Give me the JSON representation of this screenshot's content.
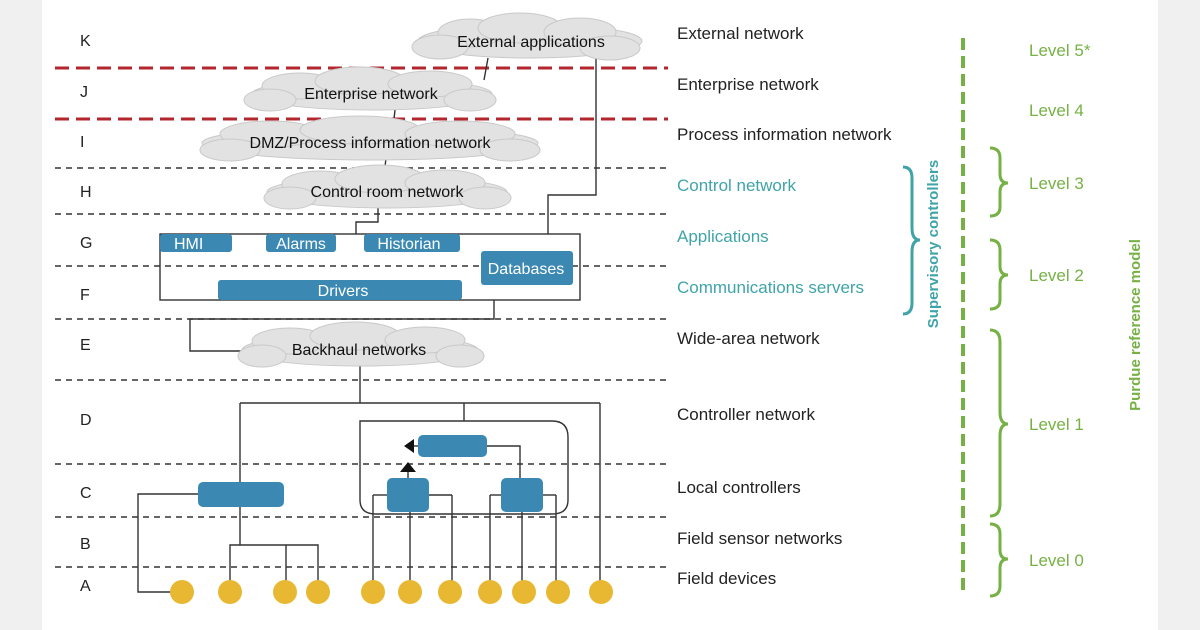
{
  "layers": [
    "K",
    "J",
    "I",
    "H",
    "G",
    "F",
    "E",
    "D",
    "C",
    "B",
    "A"
  ],
  "networks": [
    {
      "label": "External network",
      "color": "#222222"
    },
    {
      "label": "Enterprise network",
      "color": "#222222"
    },
    {
      "label": "Process information network",
      "color": "#222222"
    },
    {
      "label": "Control network",
      "color": "#3fa4a9"
    },
    {
      "label": "Applications",
      "color": "#3fa4a9"
    },
    {
      "label": "Communications servers",
      "color": "#3fa4a9"
    },
    {
      "label": "Wide-area network",
      "color": "#222222"
    },
    {
      "label": "Controller network",
      "color": "#222222"
    },
    {
      "label": "Local controllers",
      "color": "#222222"
    },
    {
      "label": "Field sensor networks",
      "color": "#222222"
    },
    {
      "label": "Field devices",
      "color": "#222222"
    }
  ],
  "clouds": {
    "external": "External applications",
    "enterprise": "Enterprise network",
    "dmz": "DMZ/Process information network",
    "control_room": "Control room network",
    "backhaul": "Backhaul networks"
  },
  "boxes": {
    "hmi": "HMI",
    "alarms": "Alarms",
    "historian": "Historian",
    "databases": "Databases",
    "drivers": "Drivers"
  },
  "levels": [
    "Level 5*",
    "Level 4",
    "Level 3",
    "Level 2",
    "Level 1",
    "Level 0"
  ],
  "vertical_labels": {
    "supervisory": "Supervisory controllers",
    "purdue": "Purdue reference model"
  },
  "colors": {
    "box": "#3b89b3",
    "device": "#e8b832",
    "teal": "#3fa4a9",
    "green": "#76b145",
    "red_divider": "#b3262d"
  }
}
